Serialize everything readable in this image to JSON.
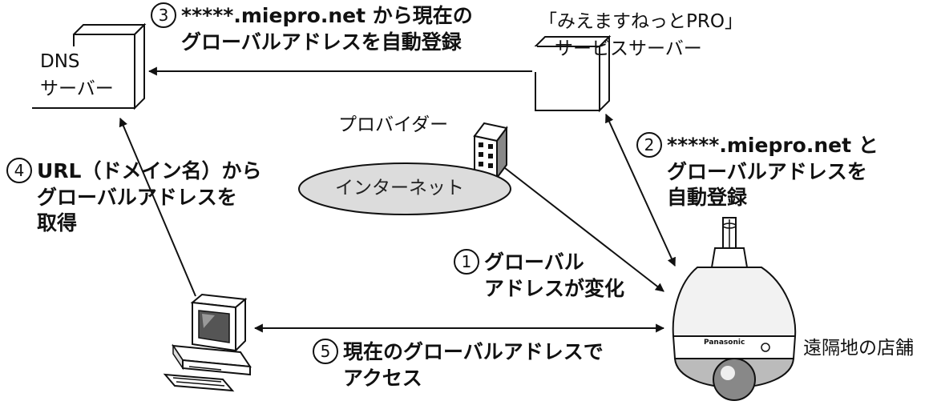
{
  "nodes": {
    "dns_server": "DNSサーバー",
    "dns_line1": "DNS",
    "dns_line2": "サーバー",
    "miepro_line1": "「みえますねっとPRO」",
    "miepro_line2": "サービスサーバー",
    "provider": "プロバイダー",
    "internet": "インターネット",
    "remote_site": "遠隔地の店舗",
    "camera_brand": "Panasonic"
  },
  "steps": [
    {
      "num": "①",
      "lines": [
        "グローバル",
        "アドレスが変化"
      ]
    },
    {
      "num": "②",
      "lines": [
        "*****.miepro.net と",
        "グローバルアドレスを",
        "自動登録"
      ]
    },
    {
      "num": "③",
      "lines": [
        "*****.miepro.net から現在の",
        "グローバルアドレスを自動登録"
      ]
    },
    {
      "num": "④",
      "lines": [
        "URL（ドメイン名）から",
        "グローバルアドレスを",
        "取得"
      ]
    },
    {
      "num": "⑤",
      "lines": [
        "現在のグローバルアドレスで",
        "アクセス"
      ]
    }
  ],
  "colors": {
    "line": "#111111",
    "cloud_fill": "#dcdcdc",
    "camera_body": "#f2f2f2"
  }
}
